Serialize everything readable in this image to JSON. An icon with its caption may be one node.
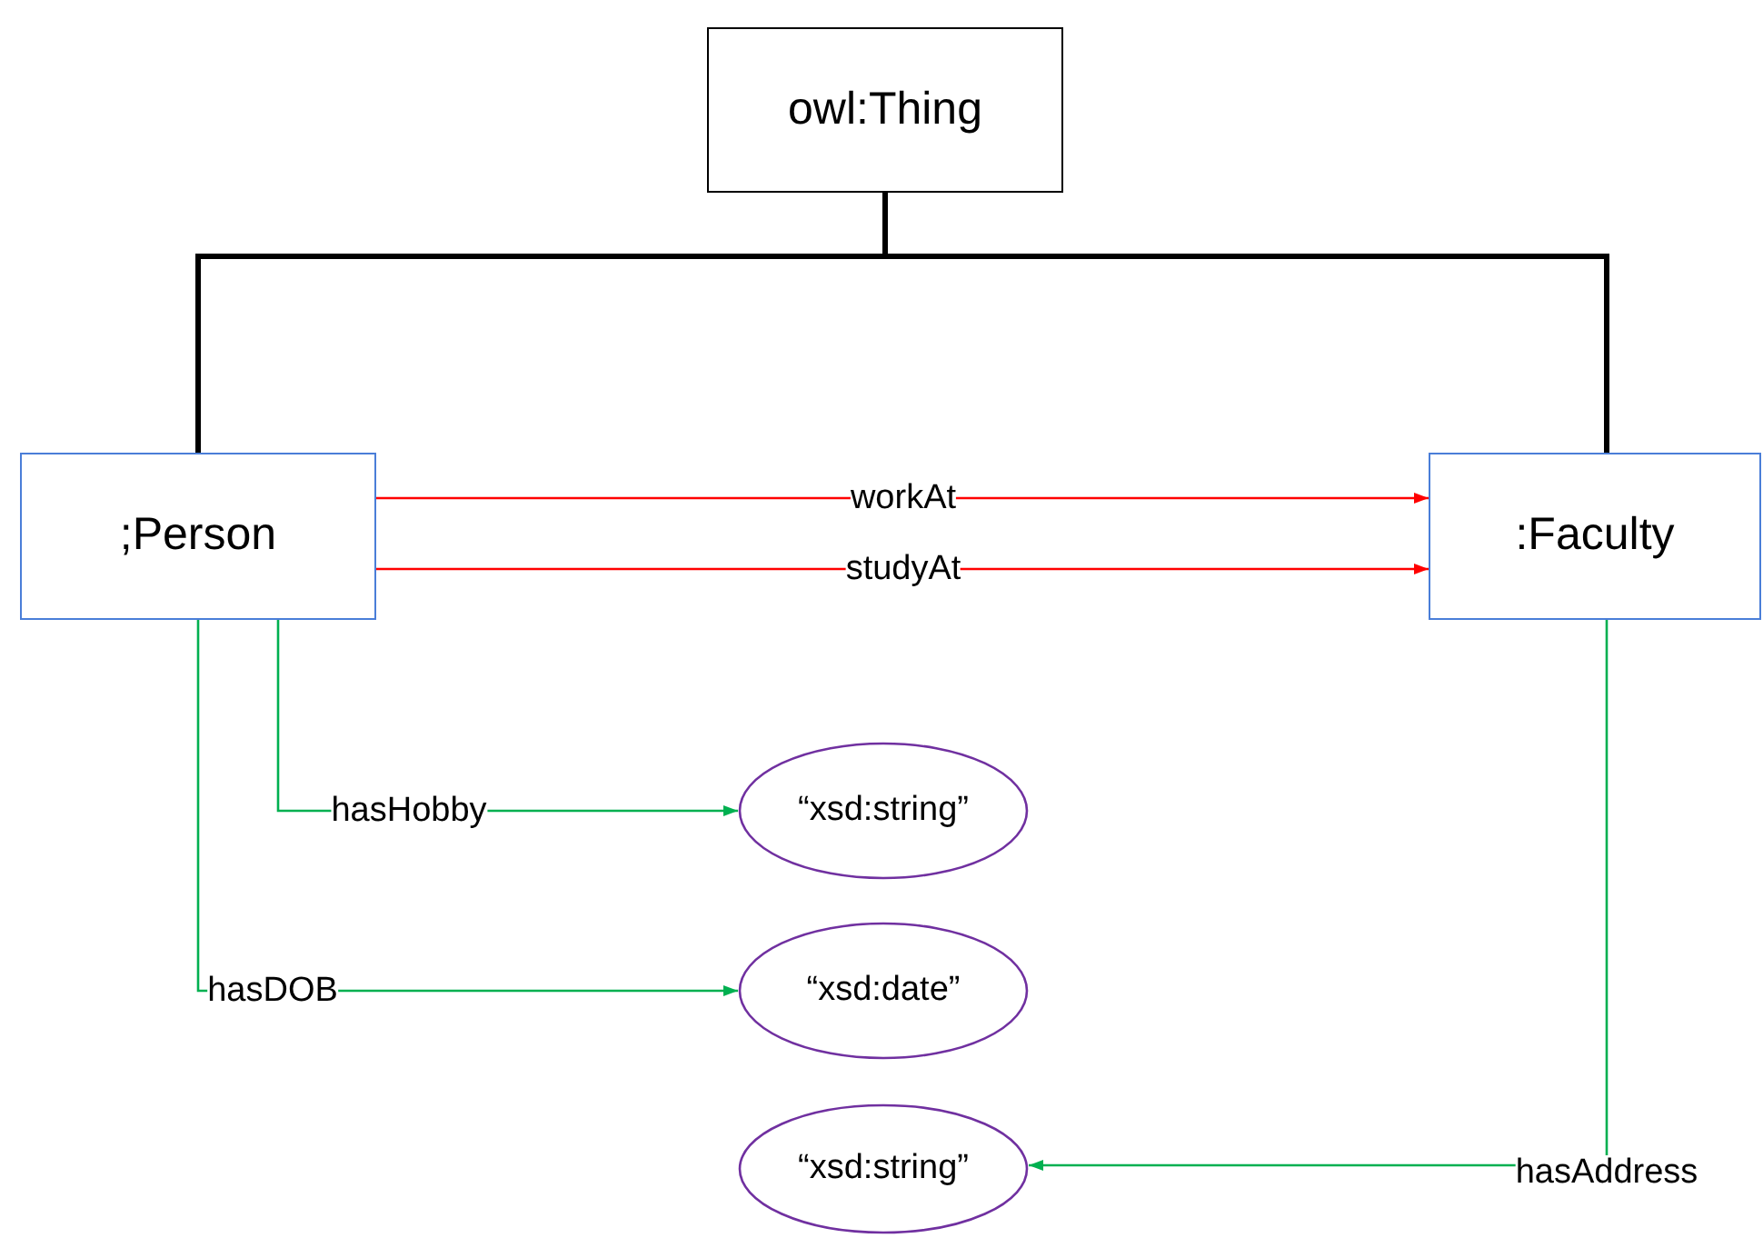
{
  "diagram": {
    "nodes": [
      {
        "text": [
          "owl:Thing"
        ]
      },
      {
        "text": [
          ";Person"
        ]
      },
      {
        "text": [
          ":Faculty"
        ]
      },
      {
        "text": [
          "“xsd:string”"
        ]
      },
      {
        "text": [
          "“xsd:date”"
        ]
      },
      {
        "text": [
          "“xsd:string”"
        ]
      }
    ],
    "edges": [
      {
        "from": 0,
        "to": 1,
        "arrow": "none",
        "style": "thick",
        "color": "#000000"
      },
      {
        "from": 0,
        "to": 2,
        "arrow": "none",
        "style": "thick",
        "color": "#000000"
      },
      {
        "from": 1,
        "to": 2,
        "arrow": "to",
        "label": "workAt",
        "color": "#ff0000"
      },
      {
        "from": 1,
        "to": 2,
        "arrow": "to",
        "label": "studyAt",
        "color": "#ff0000"
      },
      {
        "from": 1,
        "to": 3,
        "arrow": "to",
        "label": "hasHobby",
        "color": "#00b050"
      },
      {
        "from": 1,
        "to": 4,
        "arrow": "to",
        "label": "hasDOB",
        "color": "#00b050"
      },
      {
        "from": 2,
        "to": 5,
        "arrow": "to",
        "label": "hasAddress",
        "color": "#00b050"
      }
    ]
  }
}
